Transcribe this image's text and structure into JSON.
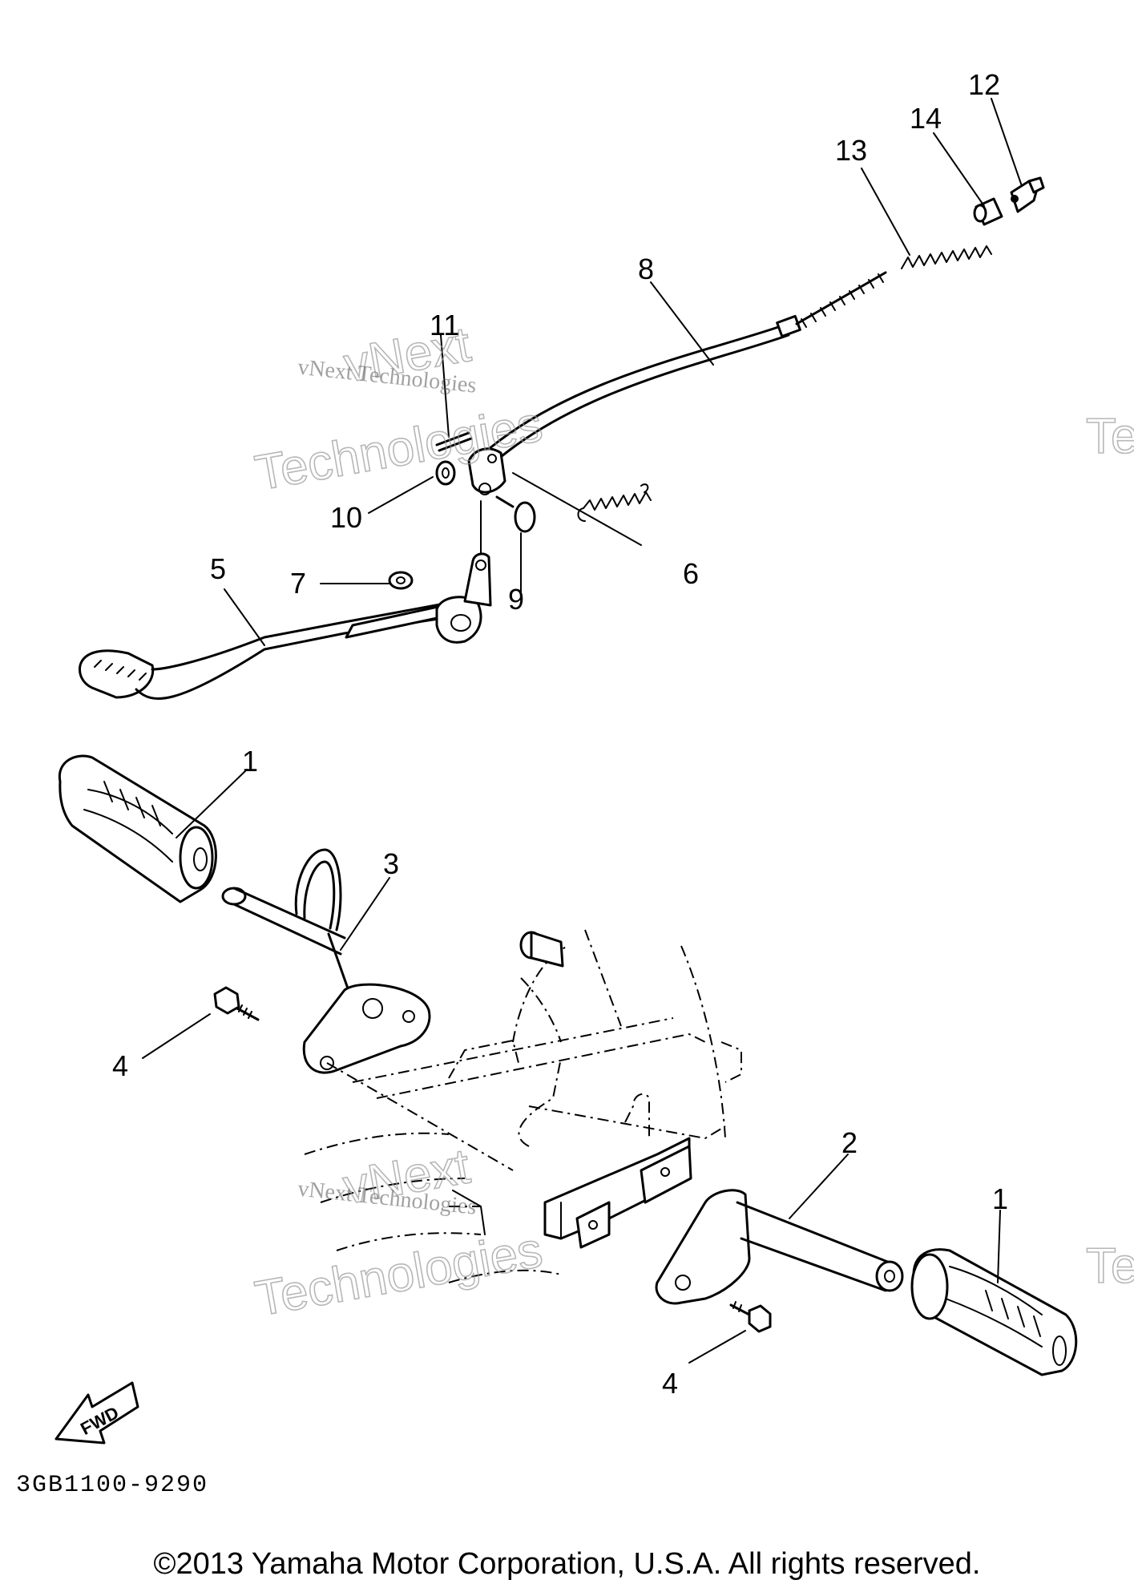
{
  "callouts": {
    "c1a": "1",
    "c1b": "1",
    "c2": "2",
    "c3": "3",
    "c4a": "4",
    "c4b": "4",
    "c5": "5",
    "c6": "6",
    "c7": "7",
    "c8": "8",
    "c9": "9",
    "c10": "10",
    "c11": "11",
    "c12": "12",
    "c13": "13",
    "c14": "14"
  },
  "watermark": {
    "company": "vNext Technologies",
    "line1": "vNext",
    "line2": "Technologies",
    "edge_fragment": "Te"
  },
  "fwd_label": "FWD",
  "diagram_code": "3GB1100-9290",
  "copyright": "©2013 Yamaha Motor Corporation, U.S.A. All rights reserved."
}
